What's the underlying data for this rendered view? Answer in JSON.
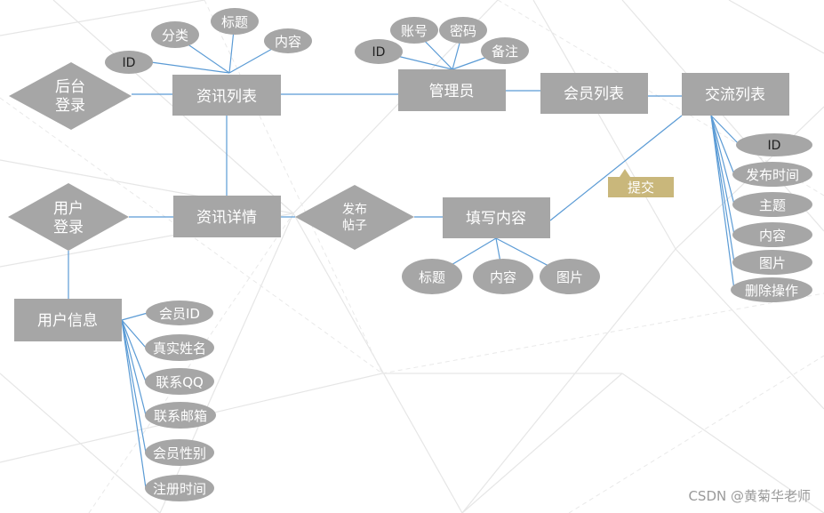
{
  "colors": {
    "shape": "#a6a6a6",
    "line": "#5b9bd5",
    "callout": "#c9b77b",
    "background_lines": "#e4e4e4"
  },
  "entities": {
    "news_list": "资讯列表",
    "admin": "管理员",
    "member_list": "会员列表",
    "exchange_list": "交流列表",
    "news_detail": "资讯详情",
    "fill_content": "填写内容",
    "user_info": "用户信息"
  },
  "relations": {
    "backend_login": [
      "后台",
      "登录"
    ],
    "user_login": [
      "用户",
      "登录"
    ],
    "publish_post": [
      "发布",
      "帖子"
    ]
  },
  "callout": {
    "submit": "提交"
  },
  "attributes": {
    "news_list": [
      "ID",
      "分类",
      "标题",
      "内容"
    ],
    "admin": [
      "ID",
      "账号",
      "密码",
      "备注"
    ],
    "exchange_list": [
      "ID",
      "发布时间",
      "主题",
      "内容",
      "图片",
      "删除操作"
    ],
    "fill_content": [
      "标题",
      "内容",
      "图片"
    ],
    "user_info": [
      "会员ID",
      "真实姓名",
      "联系QQ",
      "联系邮箱",
      "会员性别",
      "注册时间"
    ]
  },
  "watermark": "CSDN @黄菊华老师"
}
